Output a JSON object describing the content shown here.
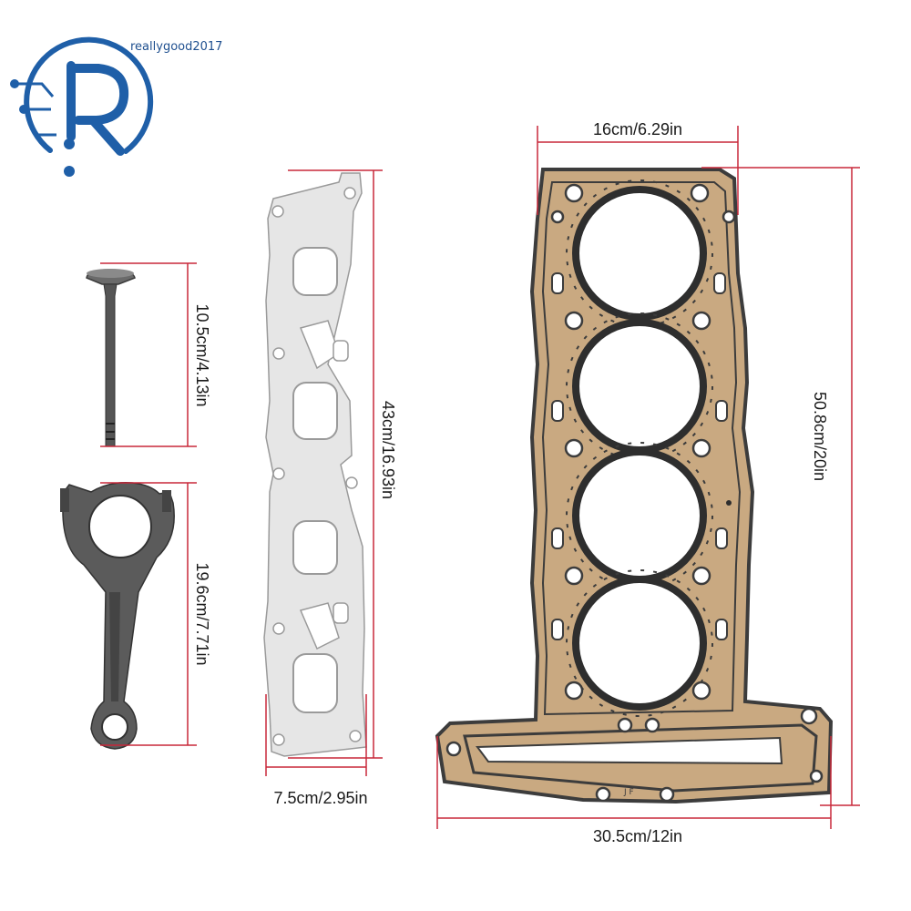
{
  "brand": {
    "watermark": "reallygood2017",
    "logo_letter": "R",
    "logo_color": "#1f5fa8"
  },
  "colors": {
    "dimension_line": "#c8283a",
    "gasket_tan": "#c9a981",
    "gasket_dark": "#3c3c3c",
    "manifold_gasket": "#e6e6e6",
    "metal_part": "#5b5b5b"
  },
  "dimensions": {
    "valve_height": "10.5cm/4.13in",
    "rod_height": "19.6cm/7.71in",
    "manifold_height": "43cm/16.93in",
    "manifold_width": "7.5cm/2.95in",
    "head_top_width": "16cm/6.29in",
    "head_height": "50.8cm/20in",
    "head_bottom_width": "30.5cm/12in"
  },
  "gasket_marking": "J F"
}
